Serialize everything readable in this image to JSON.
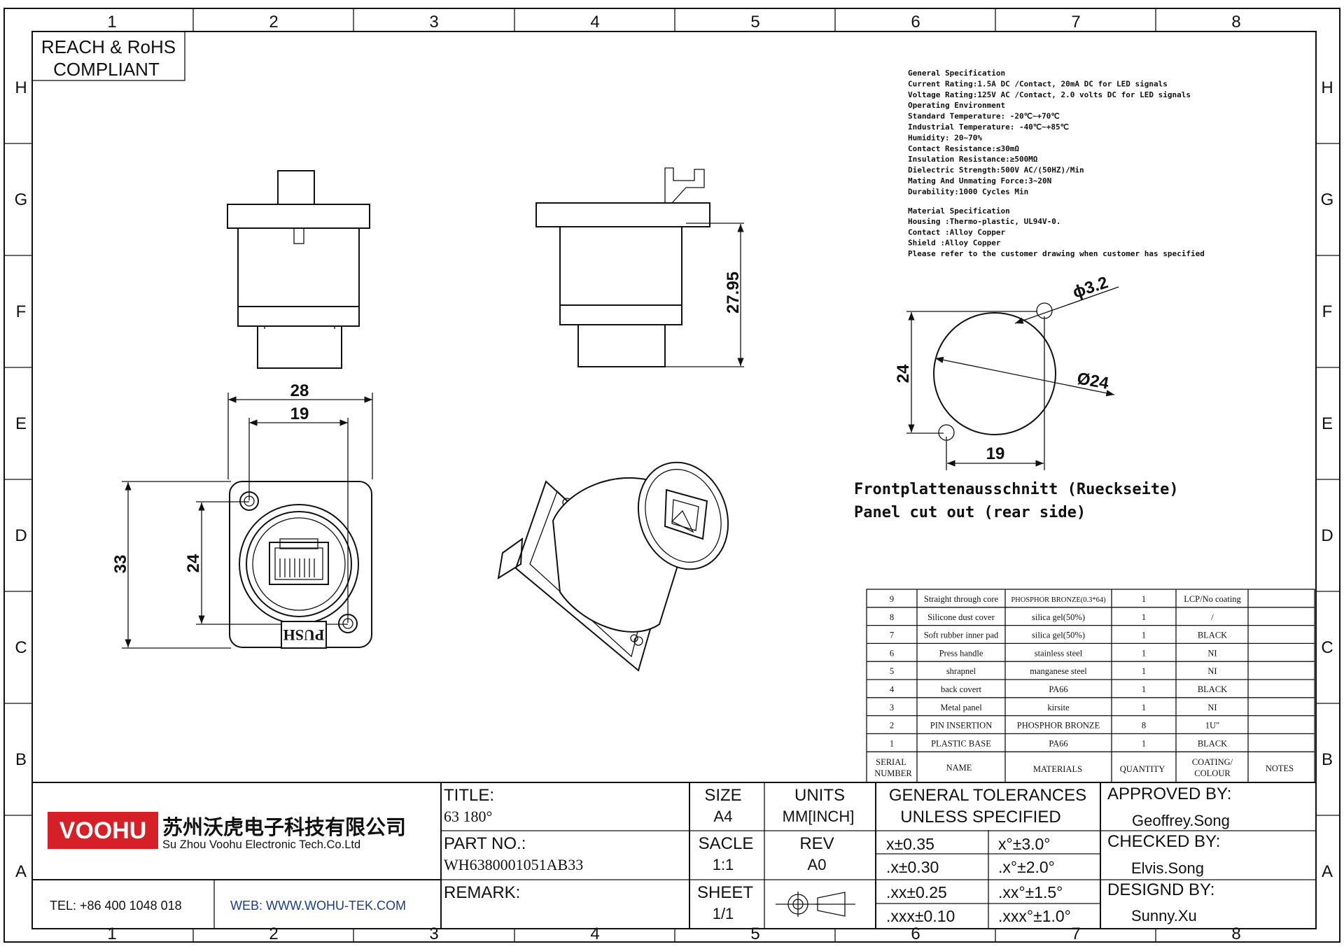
{
  "border": {
    "columns": [
      "1",
      "2",
      "3",
      "4",
      "5",
      "6",
      "7",
      "8"
    ],
    "rows": [
      "H",
      "G",
      "F",
      "E",
      "D",
      "C",
      "B",
      "A"
    ]
  },
  "compliance": {
    "line1": "REACH & RoHS",
    "line2": "COMPLIANT"
  },
  "drawing": {
    "dims": {
      "height_side": "27.95",
      "width_outer": "28",
      "width_holes": "19",
      "height_outer": "33",
      "height_holes": "24"
    },
    "push_label": "PUSH",
    "cutout": {
      "hole_dia": "ϕ3.2",
      "main_dia": "Ø24",
      "vertical": "24",
      "horizontal": "19",
      "caption1": "Frontplattenausschnitt (Rueckseite)",
      "caption2": "Panel cut out (rear side)"
    }
  },
  "spec": {
    "general": [
      "General Specification",
      "Current Rating:1.5A DC /Contact, 20mA DC for LED signals",
      "Voltage Rating:125V AC /Contact, 2.0 volts DC for LED signals",
      "Operating Environment",
      "Standard Temperature:  -20℃~+70℃",
      "Industrial Temperature:  -40℃~+85℃",
      "Humidity: 20~70%",
      "Contact Resistance:≤30mΩ",
      "Insulation Resistance:≥500MΩ",
      "Dielectric Strength:500V AC/(50HZ)/Min",
      "Mating And Unmating Force:3~20N",
      "Durability:1000 Cycles Min"
    ],
    "material": [
      "Material Specification",
      "Housing :Thermo-plastic, UL94V-0.",
      "Contact :Alloy Copper",
      "Shield  :Alloy Copper",
      "Please refer to the customer drawing when customer has specified"
    ]
  },
  "bom": {
    "rows": [
      {
        "no": "9",
        "name": "Straight through core",
        "material": "PHOSPHOR BRONZE(0.3*64)",
        "qty": "1",
        "coating": "LCP/No coating",
        "notes": ""
      },
      {
        "no": "8",
        "name": "Silicone dust cover",
        "material": "silica gel(50%)",
        "qty": "1",
        "coating": "/",
        "notes": ""
      },
      {
        "no": "7",
        "name": "Soft rubber inner pad",
        "material": "silica gel(50%)",
        "qty": "1",
        "coating": "BLACK",
        "notes": ""
      },
      {
        "no": "6",
        "name": "Press handle",
        "material": "stainless steel",
        "qty": "1",
        "coating": "NI",
        "notes": ""
      },
      {
        "no": "5",
        "name": "shrapnel",
        "material": "manganese steel",
        "qty": "1",
        "coating": "NI",
        "notes": ""
      },
      {
        "no": "4",
        "name": "back covert",
        "material": "PA66",
        "qty": "1",
        "coating": "BLACK",
        "notes": ""
      },
      {
        "no": "3",
        "name": "Metal panel",
        "material": "kirsite",
        "qty": "1",
        "coating": "NI",
        "notes": ""
      },
      {
        "no": "2",
        "name": "PIN INSERTION",
        "material": "PHOSPHOR BRONZE",
        "qty": "8",
        "coating": "1U\"",
        "notes": ""
      },
      {
        "no": "1",
        "name": "PLASTIC BASE",
        "material": "PA66",
        "qty": "1",
        "coating": "BLACK",
        "notes": ""
      }
    ],
    "headers": {
      "serial1": "SERIAL",
      "serial2": "NUMBER",
      "name": "NAME",
      "materials": "MATERIALS",
      "quantity": "QUANTITY",
      "coating1": "COATING/",
      "coating2": "COLOUR",
      "notes": "NOTES"
    }
  },
  "title_block": {
    "logo_text": "VOOHU",
    "company_cn": "苏州沃虎电子科技有限公司",
    "company_en": "Su Zhou Voohu Electronic Tech.Co.Ltd",
    "tel": "TEL: +86 400 1048 018",
    "web": "WEB: WWW.WOHU-TEK.COM",
    "title_label": "TITLE:",
    "title_value": "63  180°",
    "part_label": "PART NO.:",
    "part_value": "WH6380001051AB33",
    "remark_label": "REMARK:",
    "size_label": "SIZE",
    "size_value": "A4",
    "units_label": "UNITS",
    "units_value": "MM[INCH]",
    "scale_label": "SACLE",
    "scale_value": "1:1",
    "rev_label": "REV",
    "rev_value": "A0",
    "sheet_label": "SHEET",
    "sheet_value": "1/1",
    "tol_title1": "GENERAL TOLERANCES",
    "tol_title2": "UNLESS SPECIFIED",
    "tolerances": [
      {
        "lin": "x±0.35",
        "ang": "x°±3.0°"
      },
      {
        "lin": ".x±0.30",
        "ang": ".x°±2.0°"
      },
      {
        "lin": ".xx±0.25",
        "ang": ".xx°±1.5°"
      },
      {
        "lin": ".xxx±0.10",
        "ang": ".xxx°±1.0°"
      }
    ],
    "approved_label": "APPROVED BY:",
    "approved_value": "Geoffrey.Song",
    "checked_label": "CHECKED BY:",
    "checked_value": "Elvis.Song",
    "designed_label": "DESIGND BY:",
    "designed_value": "Sunny.Xu"
  },
  "colors": {
    "logo_red": "#d42026",
    "ink": "#111111"
  }
}
